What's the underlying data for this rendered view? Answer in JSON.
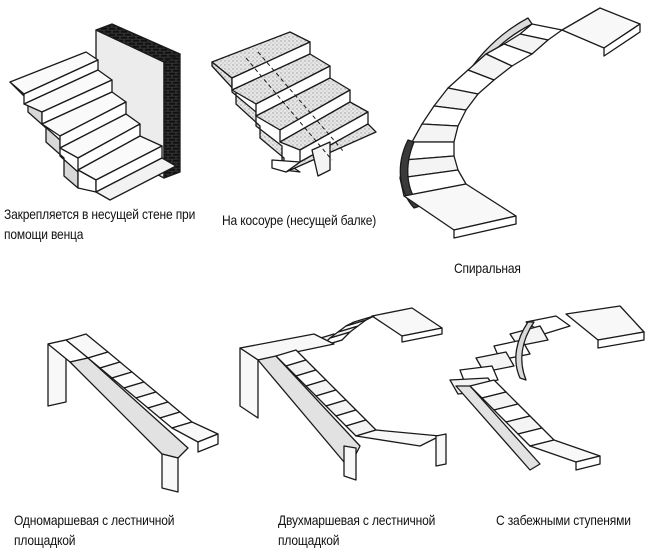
{
  "captions": {
    "wall": {
      "line1": "Закрепляется в несущей стене при",
      "line2": "помощи венца"
    },
    "stringer": {
      "line1": "На косоуре (несущей балке)"
    },
    "spiral": {
      "line1": "Спиральная"
    },
    "single_flight": {
      "line1": "Одномаршевая с лестничной",
      "line2": "площадкой"
    },
    "double_flight": {
      "line1": "Двухмаршевая с лестничной",
      "line2": "площадкой"
    },
    "winder": {
      "line1": "С забежными ступенями"
    }
  }
}
